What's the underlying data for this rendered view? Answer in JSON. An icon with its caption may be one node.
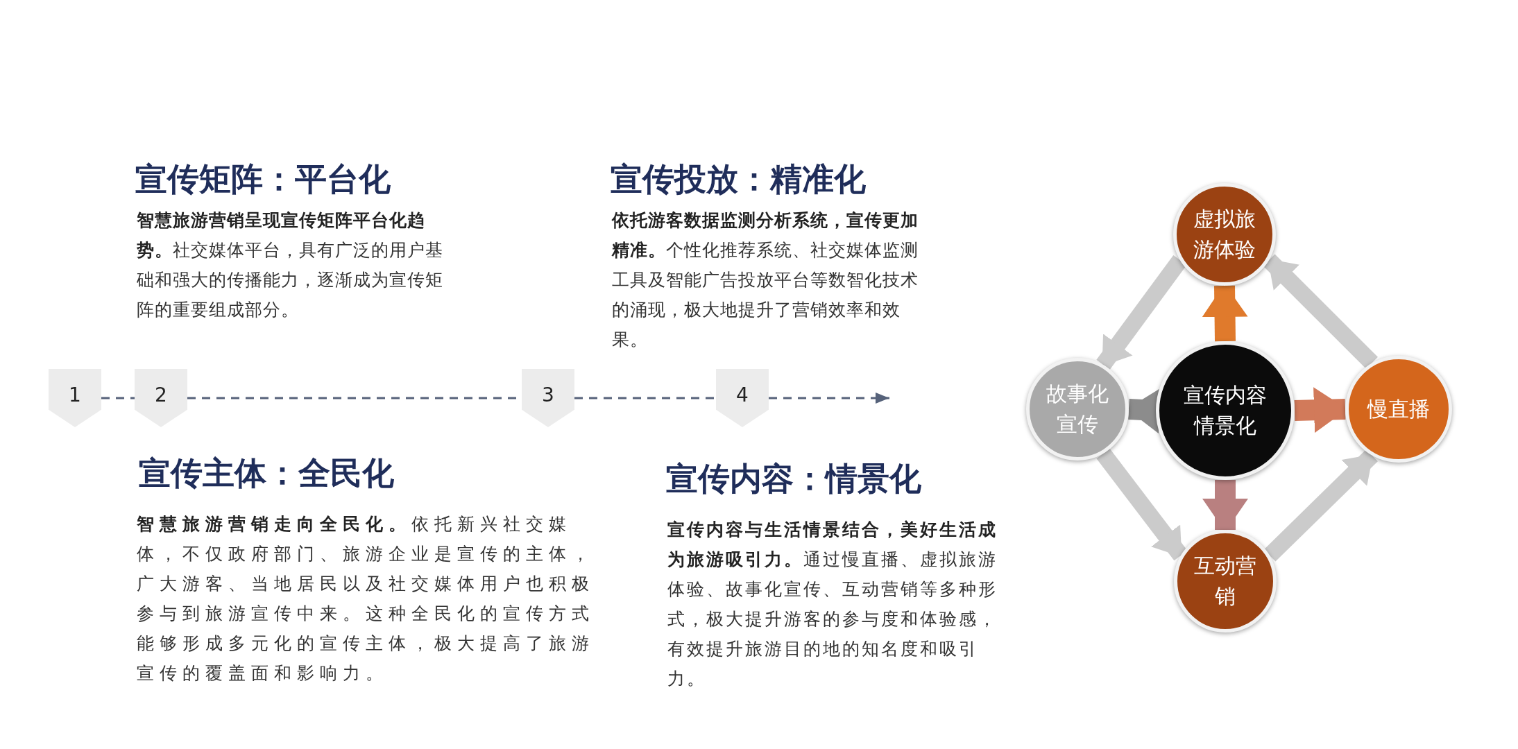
{
  "diagram": {
    "nodes": [
      {
        "text": [
          "1"
        ]
      },
      {
        "text": [
          "2"
        ]
      },
      {
        "text": [
          "3"
        ]
      },
      {
        "text": [
          "4"
        ]
      },
      {
        "text": [
          "宣传内容情景化"
        ]
      },
      {
        "text": [
          "虚拟旅游体验"
        ]
      },
      {
        "text": [
          "故事化宣传"
        ]
      },
      {
        "text": [
          "慢直播"
        ]
      },
      {
        "text": [
          "互动营销"
        ]
      }
    ],
    "edges": [
      {
        "from": 0,
        "to": 1,
        "arrow": "none",
        "style": "dashed"
      },
      {
        "from": 1,
        "to": 2,
        "arrow": "none",
        "style": "dashed"
      },
      {
        "from": 2,
        "to": 3,
        "arrow": "none",
        "style": "dashed"
      },
      {
        "from": 3,
        "to": null,
        "arrow": "to",
        "style": "dashed"
      },
      {
        "from": 4,
        "to": 5,
        "arrow": "to",
        "color": "#e07a2c"
      },
      {
        "from": 4,
        "to": 6,
        "arrow": "to",
        "color": "#8c8c8c"
      },
      {
        "from": 4,
        "to": 7,
        "arrow": "to",
        "color": "#d27a5a"
      },
      {
        "from": 4,
        "to": 8,
        "arrow": "to",
        "color": "#b98080"
      },
      {
        "from": 5,
        "to": 6,
        "arrow": "to",
        "color": "#cbcbcb"
      },
      {
        "from": 6,
        "to": 8,
        "arrow": "to",
        "color": "#cbcbcb"
      },
      {
        "from": 8,
        "to": 7,
        "arrow": "to",
        "color": "#cbcbcb"
      },
      {
        "from": 7,
        "to": 5,
        "arrow": "to",
        "color": "#cbcbcb"
      }
    ],
    "labels": [
      "宣传矩阵：平台化",
      "**智慧旅游营销呈现宣传矩阵平台化趋势。**社交媒体平台，具有广泛的用户基础和强大的传播能力，逐渐成为宣传矩阵的重要组成部分。",
      "宣传投放：精准化",
      "**依托游客数据监测分析系统，宣传更加精准。**个性化推荐系统、社交媒体监测工具及智能广告投放平台等数智化技术的涌现，极大地提升了营销效率和效果。",
      "宣传主体：全民化",
      "**智慧旅游营销走向全民化。**依托新兴社交媒体，不仅政府部门、旅游企业是宣传的主体，广大游客、当地居民以及社交媒体用户也积极参与到旅游宣传中来。这种全民化的宣传方式能够形成多元化的宣传主体，极大提高了旅游宣传的覆盖面和影响力。",
      "宣传内容：情景化",
      "**宣传内容与生活情景结合，美好生活成为旅游吸引力。**通过慢直播、虚拟旅游体验、故事化宣传、互动营销等多种形式，极大提升游客的参与度和体验感，有效提升旅游目的地的知名度和吸引力。"
    ]
  }
}
